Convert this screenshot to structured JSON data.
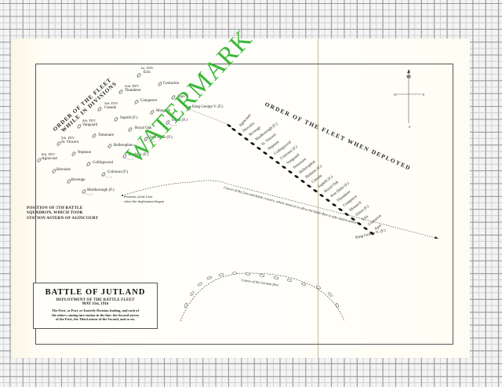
{
  "map": {
    "title": "BATTLE OF JUTLAND",
    "subtitle": "DEPLOYMENT OF THE BATTLE FLEET",
    "date": "MAY 31st, 1916",
    "description_lines": [
      "The First, or Port, or Easterly Division leading, and each of",
      "the others coming into station in the line: the Second astern",
      "of the First, the Third astern of the Second, and so on."
    ],
    "heading_divisions": [
      "ORDER OF THE FLEET",
      "WHILE IN DIVISIONS"
    ],
    "heading_deployed": "ORDER OF THE FLEET WHEN DEPLOYED",
    "fifth_squadron_note": [
      "POSITION OF 5TH BATTLE",
      "SQUADRON, WHICH TOOK",
      "STATION ASTERN OF AGINCOURT"
    ],
    "lion_position_note": [
      "Position of the Lion",
      "when the deployment began"
    ],
    "lion_course_note": "Course of the Lion and battle cruisers, which stood on to allow the battle fleet to take station astern",
    "german_course_note": "Course of the German fleet",
    "compass": {
      "n": "N",
      "s": "S",
      "e": "E",
      "w": "W"
    },
    "watermark": "WATERMARK",
    "divisions": [
      {
        "label": "1st. DIV.",
        "ships": [
          "Erin",
          "Centurion",
          "Ajax",
          "King George V. (F.)"
        ]
      },
      {
        "label": "2nd. DIV.",
        "ships": [
          "Thunderer",
          "Conqueror",
          "Monarch",
          "Orion (F.)"
        ]
      },
      {
        "label": "3rd. DIV.",
        "ships": [
          "Canada",
          "Superb (F.)",
          "Royal Oak",
          "Iron Duke (F.)"
        ]
      },
      {
        "label": "4th. DIV.",
        "ships": [
          "Vanguard",
          "Temeraire",
          "Bellerophon",
          "Benbow (F.)"
        ]
      },
      {
        "label": "5th. DIV.",
        "ships": [
          "St. Vincent",
          "Neptune",
          "Collingwood",
          "Colossus (F.)"
        ]
      },
      {
        "label": "6th. DIV.",
        "ships": [
          "Agincourt",
          "Hercules",
          "Revenge",
          "Marlborough (F.)"
        ]
      }
    ],
    "deployed_line": [
      "Agincourt",
      "Hercules",
      "Revenge",
      "Marlborough (F.)",
      "St. Vincent",
      "Neptune",
      "Collingwood",
      "Colossus (F.)",
      "Vanguard",
      "Temeraire",
      "Bellerophon",
      "Benbow (F.)",
      "Canada",
      "Superb (F.)",
      "Royal Oak",
      "Iron Duke (F.)",
      "Thunderer",
      "Conqueror",
      "Monarch",
      "Orion (F.)",
      "Erin",
      "Centurion",
      "Ajax",
      "King George V. (F.)"
    ],
    "colors": {
      "watermark": "#3cb83a",
      "ink": "#222222",
      "paper": "#fffdf5"
    }
  }
}
